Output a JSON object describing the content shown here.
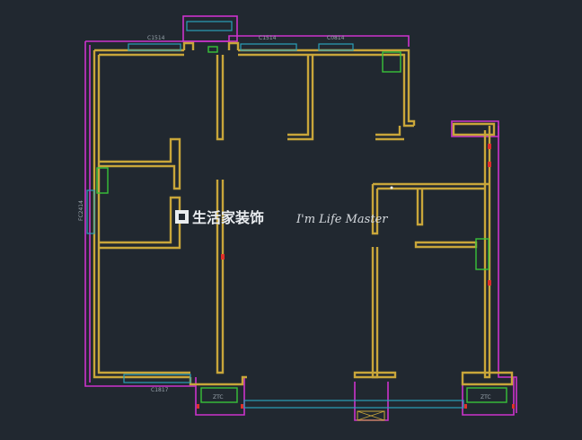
{
  "colors": {
    "background": "#212830",
    "wall": "#c9a63a",
    "magenta": "#cc33cc",
    "window": "#2aa0b8",
    "fixture": "#39c23a",
    "marker": "#e0302a"
  },
  "watermark": {
    "brand_cn": "生活家装饰",
    "slogan_en": "I'm Life Master",
    "icon": "logo-square-icon"
  },
  "window_labels": {
    "top_left": "C1514",
    "top_mid": "C1514",
    "top_right": "C0814",
    "left": "FC2414",
    "bottom": "C1817"
  },
  "balcony_labels": {
    "left": "ZTC",
    "right": "ZTC"
  }
}
